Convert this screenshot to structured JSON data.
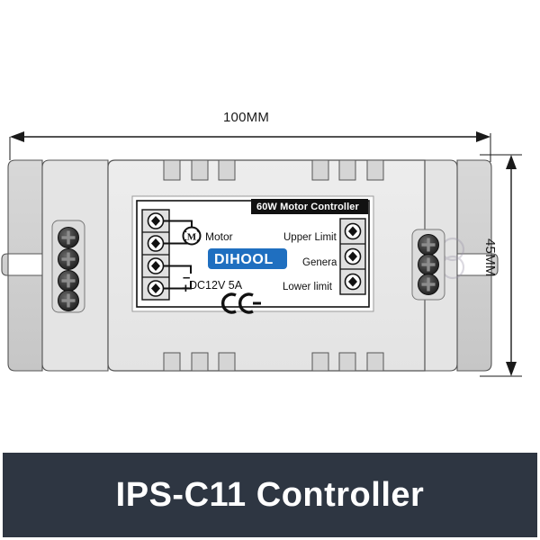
{
  "diagram": {
    "type": "product-dimension-drawing",
    "dimensions": {
      "width_label": "100MM",
      "height_label": "45MM"
    },
    "device": {
      "name": "IPS-C11 Controller",
      "housing_color": "#e8e8e8",
      "flange_color": "#cfcfcf",
      "label_panel": {
        "title_bar": "60W Motor Controller",
        "brand": "DIHOOL",
        "brand_color": "#1f6fc0",
        "left_terminal_count": 4,
        "right_terminal_count": 3,
        "wiring": {
          "motor_label": "Motor",
          "motor_symbol": "M",
          "power_label": "DC12V 5A",
          "polarity_negative": "–",
          "polarity_positive": "+"
        },
        "right_terminals": [
          {
            "label": "Upper Limit"
          },
          {
            "label": "Genera"
          },
          {
            "label": "Lower limit"
          }
        ],
        "certification": "CE"
      },
      "screws": {
        "left_count": 4,
        "right_count": 3
      },
      "vent_notches": {
        "top_count": 6,
        "bottom_count": 6
      }
    }
  },
  "banner": {
    "title": "IPS-C11 Controller",
    "background_color": "#2e3642",
    "text_color": "#ffffff"
  }
}
